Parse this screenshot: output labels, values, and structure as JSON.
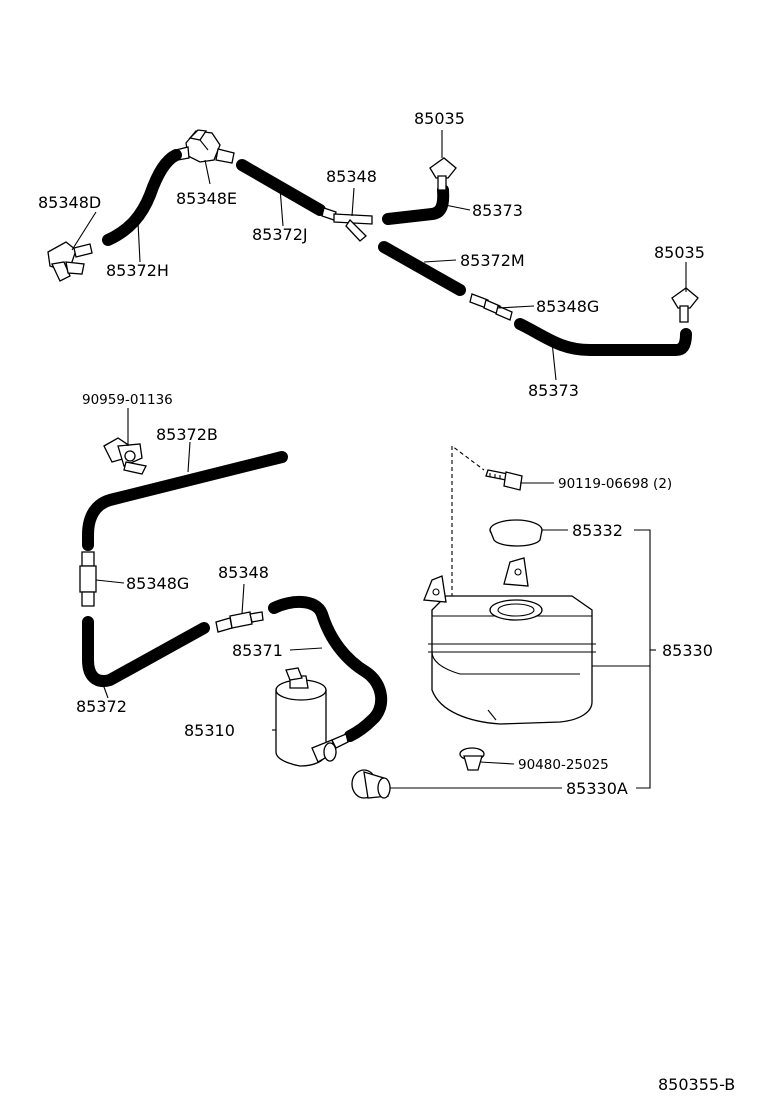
{
  "labels": {
    "p85035_a": "85035",
    "p85348d": "85348D",
    "p85348e": "85348E",
    "p85348_a": "85348",
    "p85373_a": "85373",
    "p85372j": "85372J",
    "p85372h": "85372H",
    "p85372m": "85372M",
    "p85035_b": "85035",
    "p85348g_a": "85348G",
    "p85373_b": "85373",
    "p90959": "90959-01136",
    "p85372b": "85372B",
    "p90119": "90119-06698 (2)",
    "p85332": "85332",
    "p85348g_b": "85348G",
    "p85348_b": "85348",
    "p85330": "85330",
    "p85371": "85371",
    "p85372": "85372",
    "p85310": "85310",
    "p90480": "90480-25025",
    "p85330a": "85330A",
    "diagram_code": "850355-B"
  }
}
